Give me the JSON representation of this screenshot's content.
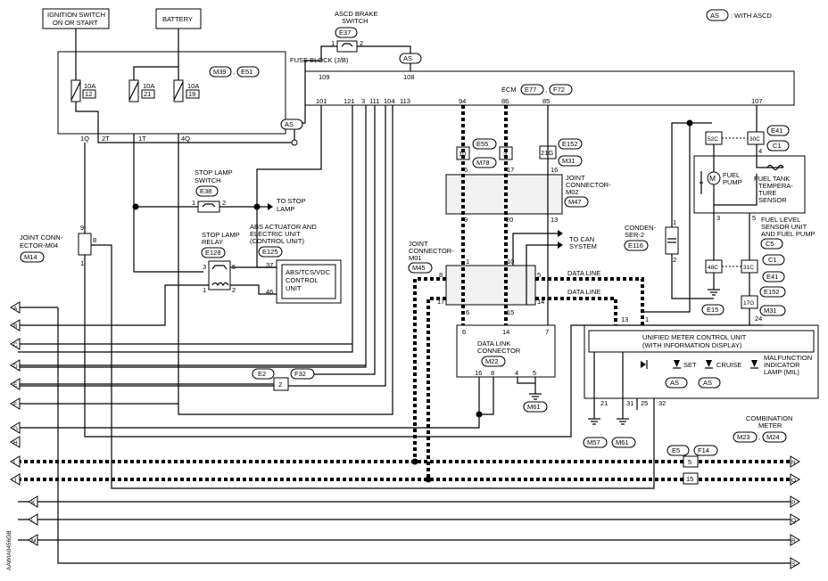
{
  "legend": {
    "badge": "AS",
    "text": ": WITH ASCD"
  },
  "ignition": {
    "line1": "IGNITION SWITCH",
    "line2": "ON OR START"
  },
  "battery": "BATTERY",
  "brake_switch": {
    "line1": "ASCD BRAKE",
    "line2": "SWITCH",
    "conn": "E37",
    "pin1": "1",
    "pin2": "2"
  },
  "fuse_block": {
    "label": "FUSE BLOCK (J/B)",
    "conn1": "M39",
    "conn2": "E51",
    "fuses": [
      {
        "amp": "10A",
        "num": "12"
      },
      {
        "amp": "10A",
        "num": "21"
      },
      {
        "amp": "10A",
        "num": "19"
      }
    ],
    "pins": [
      "1Q",
      "2T",
      "1T",
      "4Q"
    ]
  },
  "as_marks": {
    "a": "AS",
    "b": "AS"
  },
  "ecm": {
    "label": "ECM",
    "conn1": "E77",
    "conn2": "F72",
    "pins_top": [
      "109",
      "108"
    ],
    "pins": [
      "101",
      "121",
      "3",
      "111",
      "104",
      "113",
      "94",
      "86",
      "85",
      "107"
    ]
  },
  "stop_lamp": {
    "line1": "STOP LAMP",
    "line2": "SWITCH",
    "conn": "E38",
    "pin1": "1",
    "pin2": "2"
  },
  "to_stop_lamp": {
    "line1": "TO STOP",
    "line2": "LAMP"
  },
  "abs": {
    "line1": "ABS ACTUATOR AND",
    "line2": "ELECTRIC UNIT",
    "line3": "(CONTROL UNIT)",
    "conn": "E125",
    "inner1": "ABS/TCS/VDC",
    "inner2": "CONTROL",
    "inner3": "UNIT",
    "pin_a": "37",
    "pin_b": "46"
  },
  "relay": {
    "line1": "STOP LAMP",
    "line2": "RELAY",
    "conn": "E128",
    "pins": [
      "3",
      "5",
      "1",
      "2"
    ]
  },
  "jc_m04": {
    "line1": "JOINT CONN-",
    "line2": "ECTOR-M04",
    "conn": "M14",
    "pins": [
      "9",
      "8",
      "1"
    ]
  },
  "jc_top": {
    "conn_a": "E55",
    "conn_b": "M78",
    "conn_c": "E152",
    "conn_d": "M31",
    "pin_10": "10",
    "pin_3": "3",
    "pin_21g": "21G",
    "pin_16": "16"
  },
  "jc_m02": {
    "line1": "JOINT",
    "line2": "CONNECTOR-",
    "line3": "M02",
    "conn": "M47",
    "pins": [
      "6",
      "17",
      "9",
      "20",
      "13"
    ]
  },
  "jc_m01": {
    "line1": "JOINT",
    "line2": "CONNECTOR-",
    "line3": "M01",
    "conn": "M45",
    "pins": [
      "8",
      "1",
      "10",
      "5",
      "17",
      "14",
      "6",
      "15"
    ]
  },
  "to_can": {
    "line1": "TO CAN",
    "line2": "SYSTEM"
  },
  "data_line": {
    "a": "DATA LINE",
    "b": "DATA LINE"
  },
  "dlc": {
    "line1": "DATA LINK",
    "line2": "CONNECTOR",
    "conn": "M22",
    "pins": [
      "6",
      "14",
      "7",
      "16",
      "8",
      "4",
      "5"
    ],
    "ground": "M61"
  },
  "condenser": {
    "line1": "CONDEN-",
    "line2": "SER-2",
    "conn": "E116",
    "pin1": "1",
    "pin2": "2"
  },
  "fuel": {
    "conn1": "E41",
    "conn2": "C1",
    "pin_52c": "52C",
    "pin_30c": "30C",
    "pin_4": "4",
    "pump1": "FUEL",
    "pump2": "PUMP",
    "sensor1": "FUEL TANK",
    "sensor2": "TEMPERA-",
    "sensor3": "TURE",
    "sensor4": "SENSOR",
    "unit1": "FUEL LEVEL",
    "unit2": "SENSOR UNIT",
    "unit3": "AND FUEL PUMP",
    "unit_conn": "C5",
    "pin_3": "3",
    "pin_5": "5"
  },
  "lower_conn": {
    "c1": "C1",
    "c2": "E41",
    "c3": "E152",
    "c4": "M31",
    "pin_48c": "48C",
    "pin_31c": "31C",
    "pin_17g": "17G",
    "pin_24": "24",
    "ground": "E15"
  },
  "meter": {
    "line1": "UNIFIED METER CONTROL UNIT",
    "line2": "(WITH INFORMATION DISPLAY)",
    "pins": [
      "13",
      "1",
      "21",
      "31",
      "25",
      "32"
    ],
    "set": "SET",
    "cruise": "CRUISE",
    "mil1": "MALFUNCTION",
    "mil2": "INDICATOR",
    "mil3": "LAMP (MIL)",
    "as1": "AS",
    "as2": "AS",
    "ground1": "M57",
    "ground2": "M61",
    "comb1": "COMBINATION",
    "comb2": "METER",
    "conn1": "M23",
    "conn2": "M24"
  },
  "e2f32": {
    "conn1": "E2",
    "conn2": "F32",
    "pin": "2"
  },
  "e5f14": {
    "conn1": "E5",
    "conn2": "F14",
    "pin_5": "5",
    "pin_15": "15"
  },
  "left_arrows": [
    "A",
    "B",
    "C",
    "D",
    "E",
    "F",
    "G",
    "H",
    "I",
    "J",
    "K",
    "L",
    "M"
  ],
  "right_arrows": [
    "N",
    "O",
    "P",
    "Q",
    "R",
    "S"
  ],
  "side_code": "AAWIA0456GB"
}
